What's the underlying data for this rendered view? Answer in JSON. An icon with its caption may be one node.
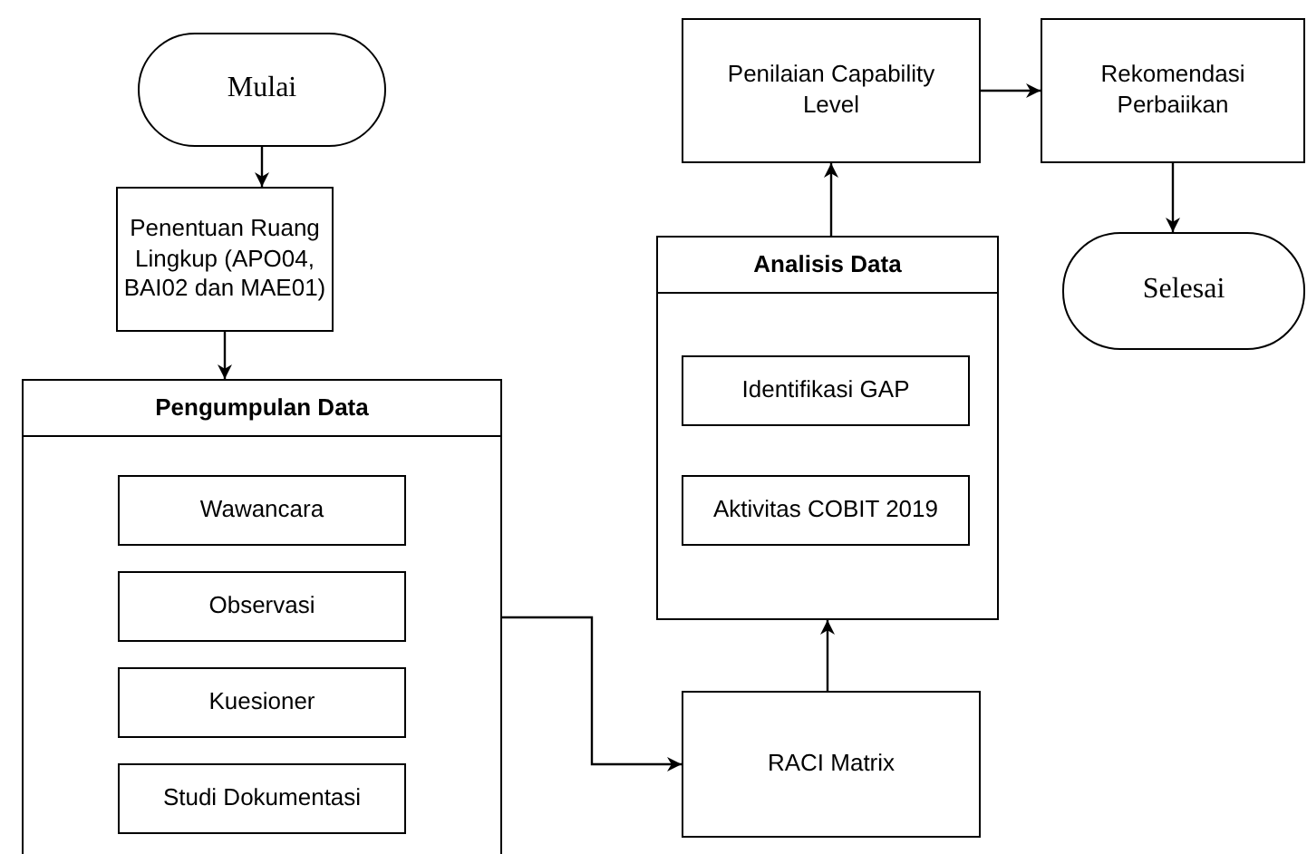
{
  "diagram": {
    "nodes": [
      {
        "text": [
          "Mulai"
        ]
      },
      {
        "text": [
          "Penentuan Ruang Lingkup (APO04, BAI02 dan MAE01)"
        ]
      },
      {
        "text": [
          "Pengumpulan Data"
        ]
      },
      {
        "text": [
          "Wawancara"
        ],
        "in": 2
      },
      {
        "text": [
          "Observasi"
        ],
        "in": 2
      },
      {
        "text": [
          "Kuesioner"
        ],
        "in": 2
      },
      {
        "text": [
          "Studi Dokumentasi"
        ],
        "in": 2
      },
      {
        "text": [
          "Penilaian Capability Level"
        ]
      },
      {
        "text": [
          "Rekomendasi Perbaiikan"
        ]
      },
      {
        "text": [
          "Analisis Data"
        ]
      },
      {
        "text": [
          "Identifikasi GAP"
        ],
        "in": 9
      },
      {
        "text": [
          "Aktivitas COBIT 2019"
        ],
        "in": 9
      },
      {
        "text": [
          "Selesai"
        ]
      },
      {
        "text": [
          "RACI Matrix"
        ]
      }
    ],
    "edges": [
      {
        "from": 0,
        "to": 1,
        "arrow": "to"
      },
      {
        "from": 1,
        "to": 2,
        "arrow": "to"
      },
      {
        "from": 2,
        "to": 13,
        "arrow": "to"
      },
      {
        "from": 13,
        "to": 9,
        "arrow": "to"
      },
      {
        "from": 9,
        "to": 7,
        "arrow": "to"
      },
      {
        "from": 7,
        "to": 8,
        "arrow": "to"
      },
      {
        "from": 8,
        "to": 12,
        "arrow": "to"
      }
    ]
  }
}
